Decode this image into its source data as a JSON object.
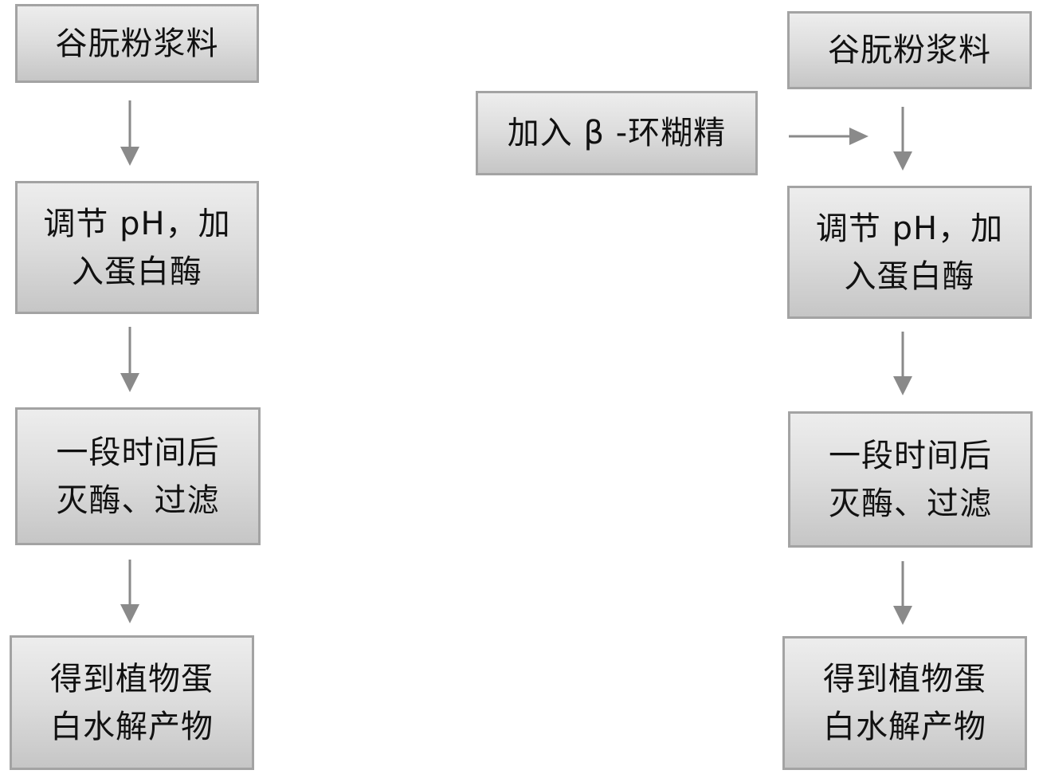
{
  "left_flow": {
    "step1": "谷朊粉浆料",
    "step2_line1": "调节 pH，加",
    "step2_line2": "入蛋白酶",
    "step3_line1": "一段时间后",
    "step3_line2": "灭酶、过滤",
    "step4_line1": "得到植物蛋",
    "step4_line2": "白水解产物"
  },
  "right_flow": {
    "additive": "加入 β -环糊精",
    "step1": "谷朊粉浆料",
    "step2_line1": "调节 pH，加",
    "step2_line2": "入蛋白酶",
    "step3_line1": "一段时间后",
    "step3_line2": "灭酶、过滤",
    "step4_line1": "得到植物蛋",
    "step4_line2": "白水解产物"
  },
  "colors": {
    "box_border": "#a3a3a3",
    "box_fill_top": "#ededed",
    "box_fill_bottom": "#c6c6c6",
    "arrow": "#8a8a8a",
    "text": "#111111"
  }
}
